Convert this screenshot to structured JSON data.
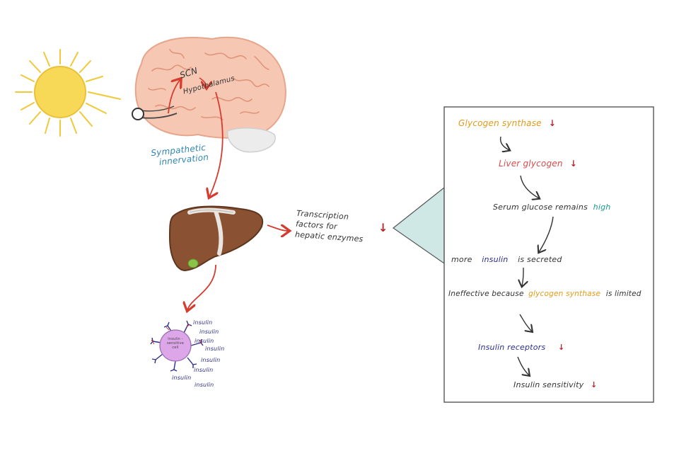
{
  "colors": {
    "red_arrow": "#d63b2f",
    "dark_arrow": "#333333",
    "liver": "#8a5232",
    "brain": "#f6c7b2",
    "sun": "#f7d857",
    "cell": "#dca6e8",
    "panel_border": "#555555",
    "panel_callout": "#cfe8e6",
    "blue_text": "#2e86b5",
    "orange": "#e29a1a",
    "pink_red": "#d94a4a",
    "teal": "#1b9c8a",
    "navy": "#2b2f8a",
    "down_arrow": "#b8262a"
  },
  "labels": {
    "scn": "SCN",
    "hypothalamus": "Hypothalamus",
    "sympathetic_line1": "Sympathetic",
    "sympathetic_line2": "innervation",
    "transcription_line1": "Transcription",
    "transcription_line2": "factors for",
    "transcription_line3": "hepatic enzymes",
    "down_arrow": "↓",
    "cell_text_line1": "insulin -",
    "cell_text_line2": "sensitive",
    "cell_text_line3": "cell",
    "insulin_words": [
      "insulin",
      "insulin",
      "insulin",
      "insulin",
      "insulin",
      "insulin",
      "insulin",
      "insulin"
    ]
  },
  "panel": {
    "glycogen_synthase": "Glycogen synthase",
    "liver_glycogen": "Liver glycogen",
    "serum_glucose": "Serum glucose remains",
    "high": "high",
    "more": "more",
    "insulin": "insulin",
    "is_secreted": "is secreted",
    "ineffective": "Ineffective because",
    "glycogen_synthase_lc": "glycogen synthase",
    "is_limited": "is limited",
    "insulin_receptors": "Insulin receptors",
    "insulin_sensitivity": "Insulin sensitivity"
  }
}
